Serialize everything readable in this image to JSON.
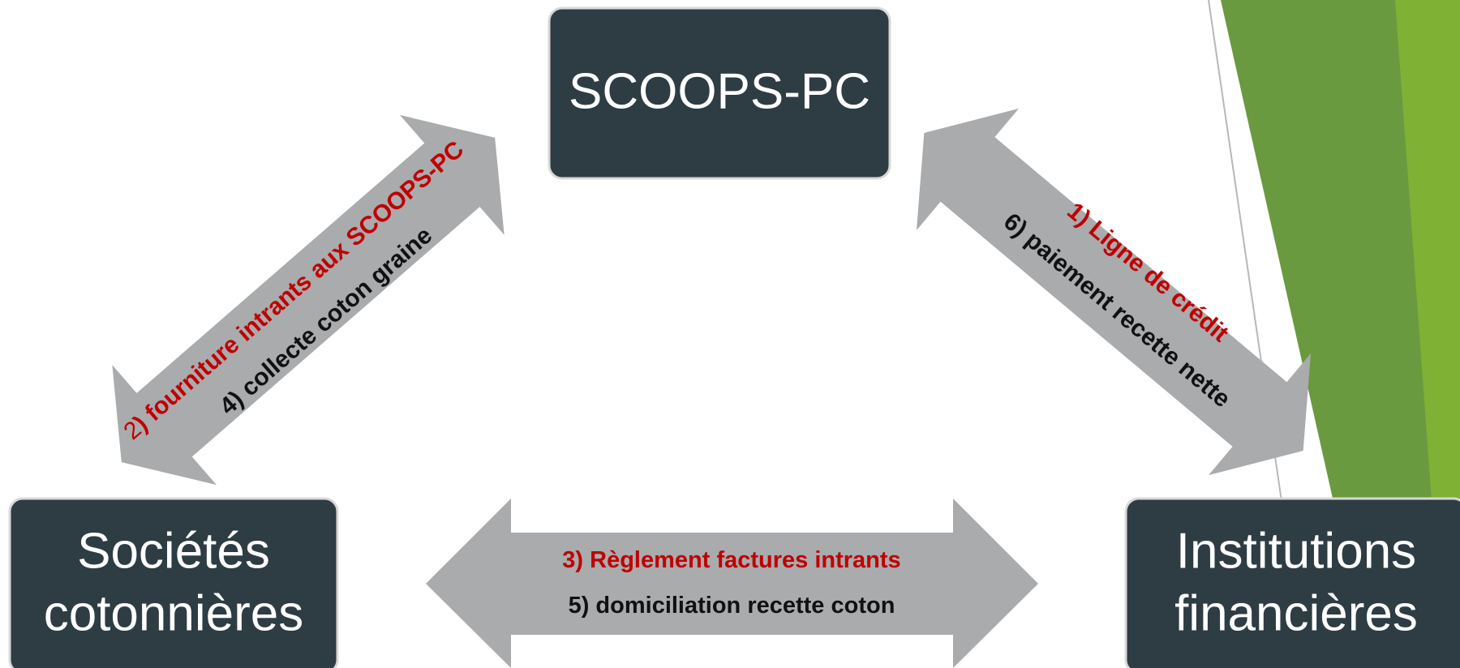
{
  "colors": {
    "box_fill": "#2e3c43",
    "box_text": "#ffffff",
    "arrow_fill": "#a9abad",
    "accent_red": "#c00000",
    "dark_text": "#111111",
    "green_dark": "#6a9a3f",
    "green_light": "#7fb135",
    "green_pale": "#dce9c4"
  },
  "nodes": {
    "scoops": {
      "label": "SCOOPS-PC"
    },
    "societes": {
      "line1": "Sociétés",
      "line2": "cotonnières"
    },
    "institutions": {
      "line1": "Institutions",
      "line2": "financières"
    }
  },
  "edges": {
    "left": {
      "step2_num": "2",
      "step2_text": ") fourniture intrants aux SCOOPS-PC",
      "step4": "4) collecte coton graine"
    },
    "right": {
      "step1": "1) Ligne de crédit",
      "step6": "6) paiement recette nette"
    },
    "bottom": {
      "step3": "3) Règlement factures intrants",
      "step5": "5) domiciliation recette coton"
    }
  }
}
